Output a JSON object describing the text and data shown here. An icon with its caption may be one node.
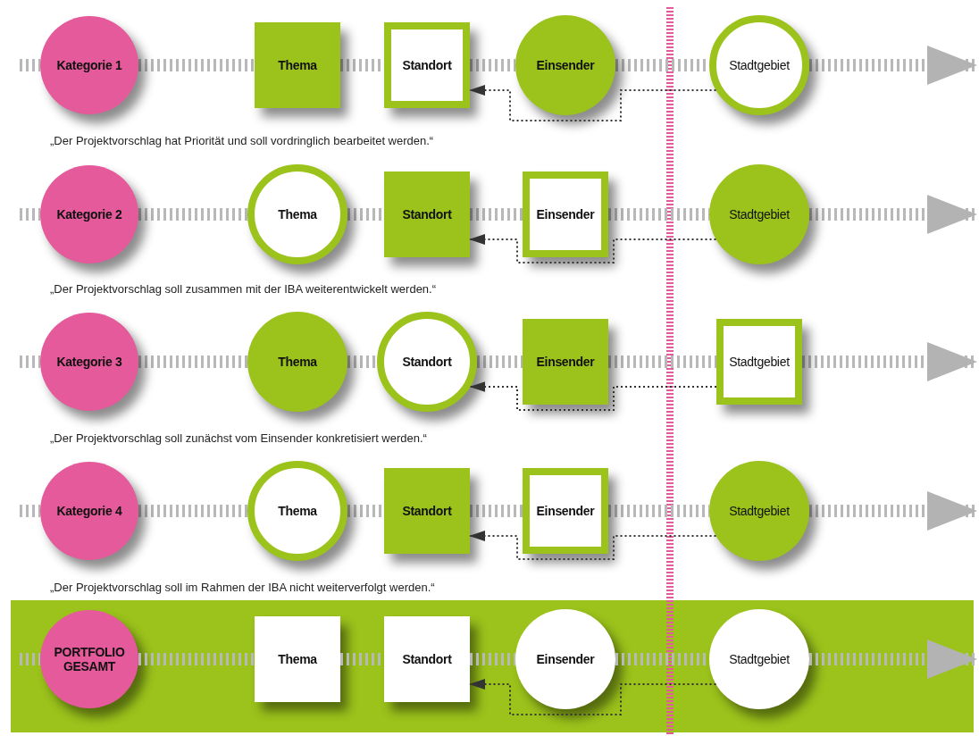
{
  "diagram": {
    "nodes": [
      {
        "text": [
          "Kategorie 1"
        ]
      },
      {
        "text": [
          "Thema"
        ]
      },
      {
        "text": [
          "Standort"
        ]
      },
      {
        "text": [
          "Einsender"
        ]
      },
      {
        "text": [
          "Stadtgebiet"
        ]
      },
      {
        "text": [
          "Kategorie 2"
        ]
      },
      {
        "text": [
          "Thema"
        ]
      },
      {
        "text": [
          "Standort"
        ]
      },
      {
        "text": [
          "Einsender"
        ]
      },
      {
        "text": [
          "Stadtgebiet"
        ]
      },
      {
        "text": [
          "Kategorie 3"
        ]
      },
      {
        "text": [
          "Thema"
        ]
      },
      {
        "text": [
          "Standort"
        ]
      },
      {
        "text": [
          "Einsender"
        ]
      },
      {
        "text": [
          "Stadtgebiet"
        ]
      },
      {
        "text": [
          "Kategorie 4"
        ]
      },
      {
        "text": [
          "Thema"
        ]
      },
      {
        "text": [
          "Standort"
        ]
      },
      {
        "text": [
          "Einsender"
        ]
      },
      {
        "text": [
          "Stadtgebiet"
        ]
      },
      {
        "text": [],
        "shape": "band"
      },
      {
        "text": [
          "PORTFOLIO GESAMT"
        ],
        "in": 20
      },
      {
        "text": [
          "Thema"
        ],
        "in": 20
      },
      {
        "text": [
          "Standort"
        ],
        "in": 20
      },
      {
        "text": [
          "Einsender"
        ],
        "in": 20
      },
      {
        "text": [
          "Stadtgebiet"
        ],
        "in": 20
      }
    ],
    "edges": [
      {
        "from": null,
        "to": 0,
        "arrow": "none"
      },
      {
        "from": 0,
        "to": 1,
        "arrow": "none"
      },
      {
        "from": 1,
        "to": 2,
        "arrow": "none"
      },
      {
        "from": 2,
        "to": 3,
        "arrow": "none"
      },
      {
        "from": 3,
        "to": 4,
        "arrow": "none"
      },
      {
        "from": 4,
        "to": null,
        "arrow": "to"
      },
      {
        "from": 4,
        "to": 2,
        "arrow": "to",
        "style": "dashed",
        "color": "#333333"
      },
      {
        "from": null,
        "to": 5,
        "arrow": "none"
      },
      {
        "from": 5,
        "to": 6,
        "arrow": "none"
      },
      {
        "from": 6,
        "to": 7,
        "arrow": "none"
      },
      {
        "from": 7,
        "to": 8,
        "arrow": "none"
      },
      {
        "from": 8,
        "to": 9,
        "arrow": "none"
      },
      {
        "from": 9,
        "to": null,
        "arrow": "to"
      },
      {
        "from": 9,
        "to": 7,
        "arrow": "to",
        "style": "dashed",
        "color": "#333333"
      },
      {
        "from": null,
        "to": 10,
        "arrow": "none"
      },
      {
        "from": 10,
        "to": 11,
        "arrow": "none"
      },
      {
        "from": 11,
        "to": 12,
        "arrow": "none"
      },
      {
        "from": 12,
        "to": 13,
        "arrow": "none"
      },
      {
        "from": 13,
        "to": 14,
        "arrow": "none"
      },
      {
        "from": 14,
        "to": null,
        "arrow": "to"
      },
      {
        "from": 14,
        "to": 12,
        "arrow": "to",
        "style": "dashed",
        "color": "#333333"
      },
      {
        "from": null,
        "to": 15,
        "arrow": "none"
      },
      {
        "from": 15,
        "to": 16,
        "arrow": "none"
      },
      {
        "from": 16,
        "to": 17,
        "arrow": "none"
      },
      {
        "from": 17,
        "to": 18,
        "arrow": "none"
      },
      {
        "from": 18,
        "to": 19,
        "arrow": "none"
      },
      {
        "from": 19,
        "to": null,
        "arrow": "to"
      },
      {
        "from": 19,
        "to": 17,
        "arrow": "to",
        "style": "dashed",
        "color": "#333333"
      },
      {
        "from": null,
        "to": 21,
        "arrow": "none"
      },
      {
        "from": 21,
        "to": 22,
        "arrow": "none"
      },
      {
        "from": 22,
        "to": 23,
        "arrow": "none"
      },
      {
        "from": 23,
        "to": 24,
        "arrow": "none"
      },
      {
        "from": 24,
        "to": 25,
        "arrow": "none"
      },
      {
        "from": 25,
        "to": null,
        "arrow": "to"
      },
      {
        "from": 25,
        "to": 23,
        "arrow": "to",
        "style": "dashed",
        "color": "#333333"
      }
    ],
    "labels": [
      "„Der Projektvorschlag hat Priorität und soll vordringlich bearbeitet werden.“",
      "„Der Projektvorschlag soll zusammen mit der IBA weiterentwickelt werden.“",
      "„Der Projektvorschlag soll zunächst vom Einsender konkretisiert werden.“",
      "„Der Projektvorschlag soll im Rahmen der IBA nicht weiterverfolgt werden.“"
    ]
  }
}
